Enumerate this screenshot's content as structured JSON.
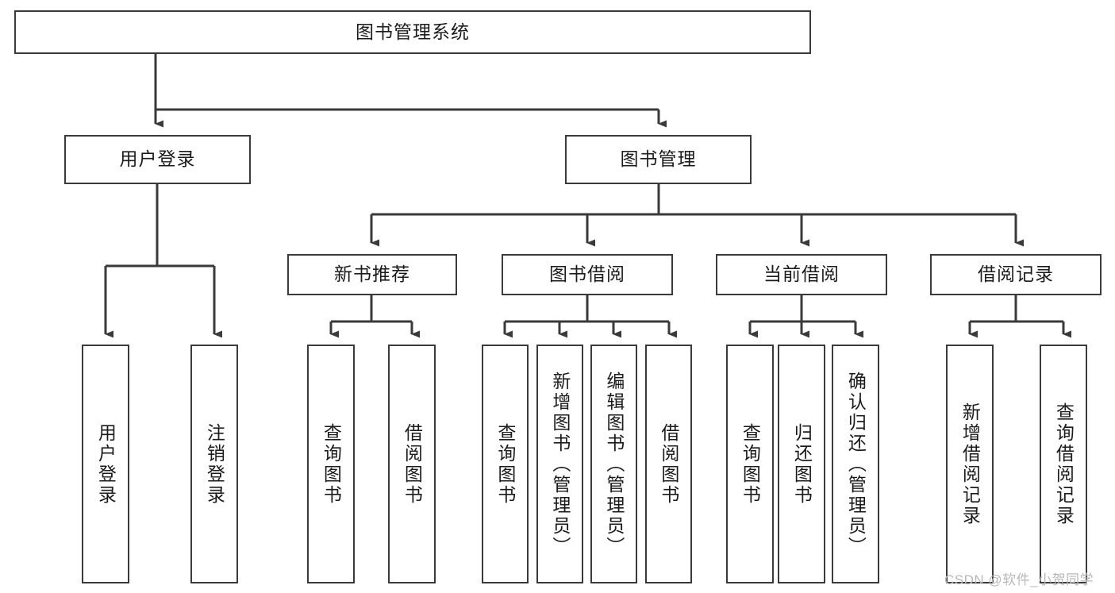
{
  "diagram": {
    "title": "图书管理系统",
    "type": "tree",
    "watermark": "CSDN @软件_小贺同学",
    "colors": {
      "stroke": "#3a3a3a",
      "fill": "#ffffff",
      "text": "#1b1b1b",
      "watermark": "#b8b8b8"
    },
    "nodes": {
      "root": {
        "label": "图书管理系统",
        "orientation": "horizontal"
      },
      "level2": [
        {
          "label": "用户登录",
          "orientation": "horizontal"
        },
        {
          "label": "图书管理",
          "orientation": "horizontal"
        }
      ],
      "level3": [
        {
          "label": "新书推荐",
          "orientation": "horizontal"
        },
        {
          "label": "图书借阅",
          "orientation": "horizontal"
        },
        {
          "label": "当前借阅",
          "orientation": "horizontal"
        },
        {
          "label": "借阅记录",
          "orientation": "horizontal"
        }
      ],
      "leaves_user_login": [
        {
          "label": "用户登录",
          "orientation": "vertical"
        },
        {
          "label": "注销登录",
          "orientation": "vertical"
        }
      ],
      "leaves_new_book": [
        {
          "label": "查询图书",
          "orientation": "vertical"
        },
        {
          "label": "借阅图书",
          "orientation": "vertical"
        }
      ],
      "leaves_borrow": [
        {
          "label": "查询图书",
          "orientation": "vertical"
        },
        {
          "label": "新增图书（管理员）",
          "orientation": "vertical"
        },
        {
          "label": "编辑图书（管理员）",
          "orientation": "vertical"
        },
        {
          "label": "借阅图书",
          "orientation": "vertical"
        }
      ],
      "leaves_current": [
        {
          "label": "查询图书",
          "orientation": "vertical"
        },
        {
          "label": "归还图书",
          "orientation": "vertical"
        },
        {
          "label": "确认归还（管理员）",
          "orientation": "vertical"
        }
      ],
      "leaves_records": [
        {
          "label": "新增借阅记录",
          "orientation": "vertical"
        },
        {
          "label": "查询借阅记录",
          "orientation": "vertical"
        }
      ]
    }
  }
}
